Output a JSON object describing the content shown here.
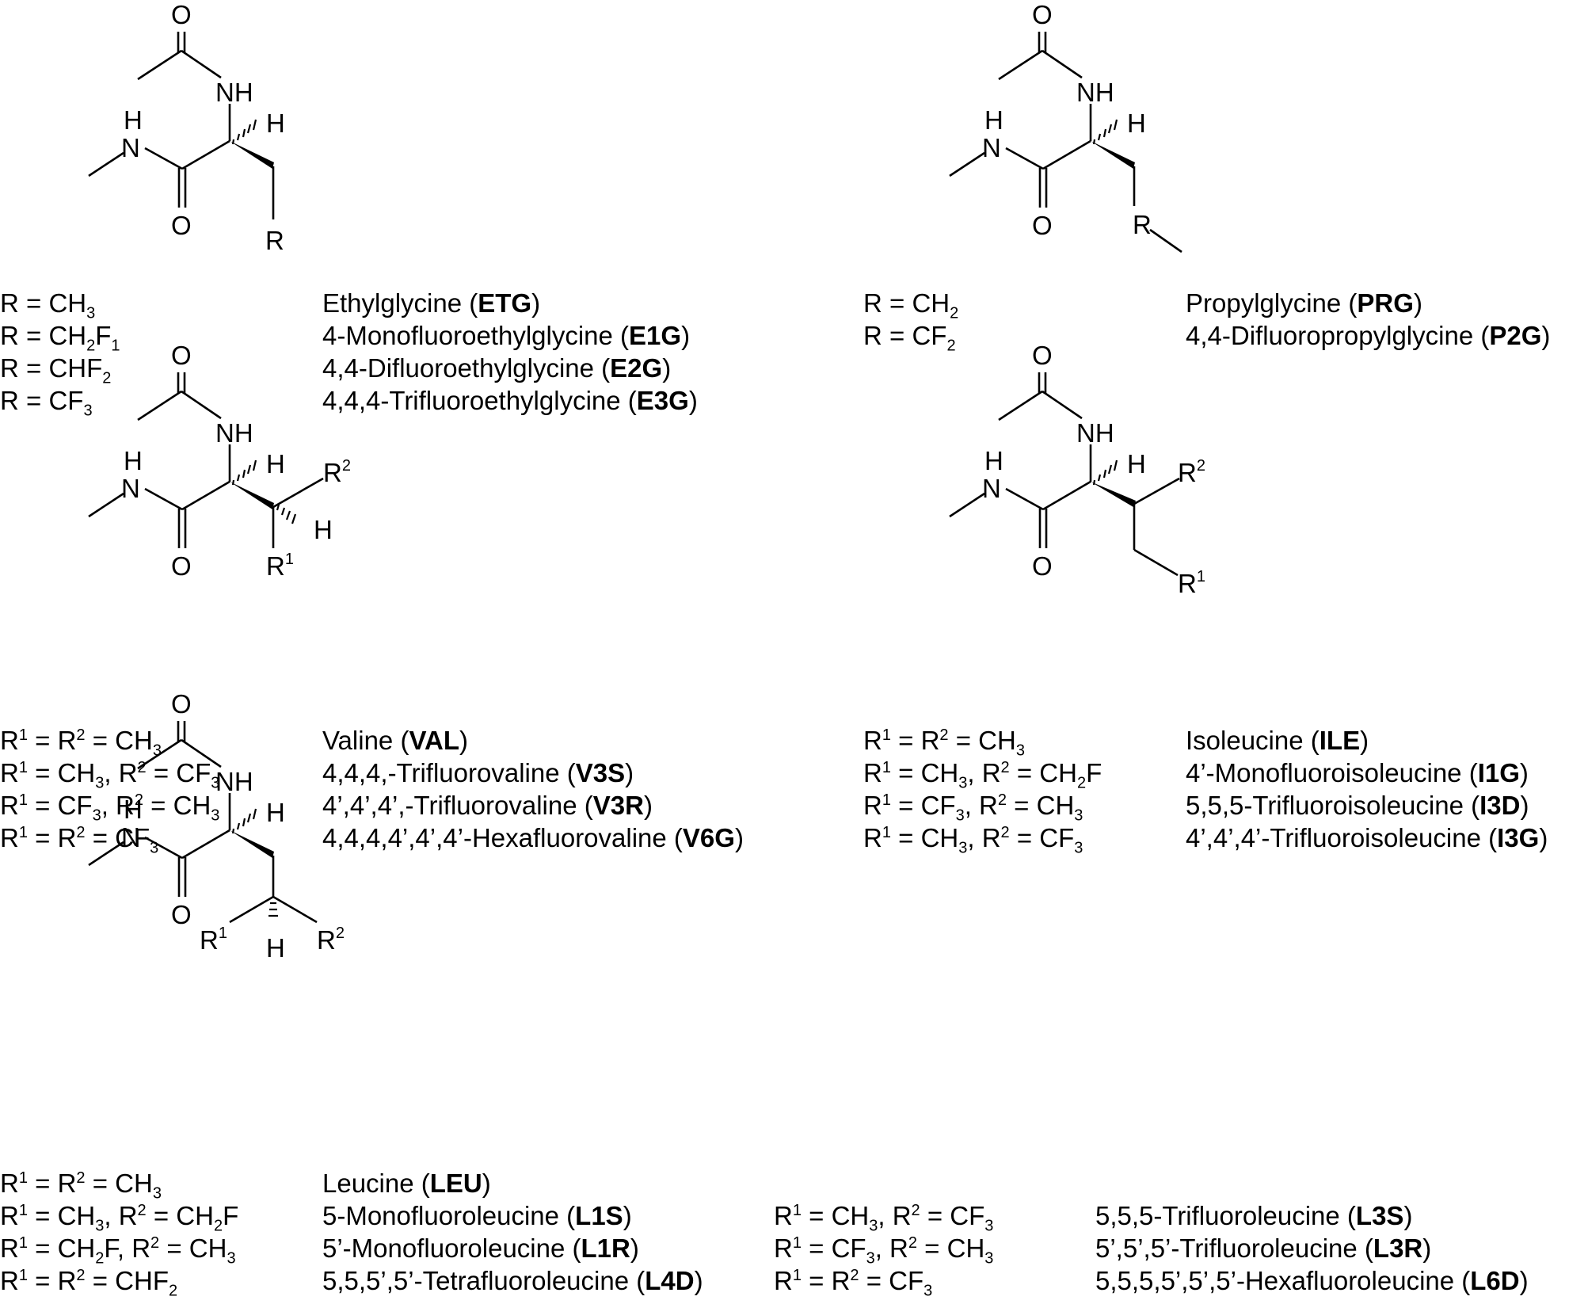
{
  "structures": {
    "common": {
      "carbonyl_O": "O",
      "amide_NH": "NH",
      "amine_N": "N",
      "amine_H": "H",
      "alpha_H": "H",
      "carboxyl_O": "O"
    },
    "etg": {
      "side_label": "R"
    },
    "prg": {
      "side_label": "R"
    },
    "val": {
      "r1": "R",
      "r1_sup": "1",
      "r2": "R",
      "r2_sup": "2",
      "h": "H"
    },
    "ile": {
      "r1": "R",
      "r1_sup": "1",
      "r2": "R",
      "r2_sup": "2"
    },
    "leu": {
      "r1": "R",
      "r1_sup": "1",
      "r2": "R",
      "r2_sup": "2",
      "h": "H"
    }
  },
  "tables": {
    "ethylglycine": [
      {
        "cond": "R = CH<sub>3</sub>",
        "name": "Ethylglycine",
        "code": "ETG"
      },
      {
        "cond": "R = CH<sub>2</sub>F<sub>1</sub>",
        "name": "4-Monofluoroethylglycine",
        "code": "E1G"
      },
      {
        "cond": "R = CHF<sub>2</sub>",
        "name": "4,4-Difluoroethylglycine",
        "code": "E2G"
      },
      {
        "cond": "R = CF<sub>3</sub>",
        "name": "4,4,4-Trifluoroethylglycine",
        "code": "E3G"
      }
    ],
    "propylglycine": [
      {
        "cond": "R = CH<sub>2</sub>",
        "name": "Propylglycine",
        "code": "PRG"
      },
      {
        "cond": "R = CF<sub>2</sub>",
        "name": "4,4-Difluoropropylglycine",
        "code": "P2G"
      }
    ],
    "valine": [
      {
        "cond": "R<sup>1</sup> = R<sup>2</sup> = CH<sub>3</sub>",
        "name": "Valine",
        "code": "VAL"
      },
      {
        "cond": "R<sup>1</sup> = CH<sub>3</sub>, R<sup>2</sup> = CF<sub>3</sub>",
        "name": "4,4,4,-Trifluorovaline",
        "code": "V3S"
      },
      {
        "cond": "R<sup>1</sup> = CF<sub>3</sub>, R<sup>2</sup> = CH<sub>3</sub>",
        "name": "4’,4’,4’,-Trifluorovaline",
        "code": "V3R"
      },
      {
        "cond": "R<sup>1</sup> = R<sup>2</sup> = CF<sub>3</sub>",
        "name": "4,4,4,4’,4’,4’-Hexafluorovaline",
        "code": "V6G"
      }
    ],
    "isoleucine": [
      {
        "cond": "R<sup>1</sup> = R<sup>2</sup> = CH<sub>3</sub>",
        "name": "Isoleucine",
        "code": "ILE"
      },
      {
        "cond": "R<sup>1</sup> = CH<sub>3</sub>, R<sup>2</sup> = CH<sub>2</sub>F",
        "name": "4’-Monofluoroisoleucine",
        "code": "I1G"
      },
      {
        "cond": "R<sup>1</sup> = CF<sub>3</sub>, R<sup>2</sup> = CH<sub>3</sub>",
        "name": "5,5,5-Trifluoroisoleucine",
        "code": "I3D"
      },
      {
        "cond": "R<sup>1</sup> = CH<sub>3</sub>, R<sup>2</sup> = CF<sub>3</sub>",
        "name": "4’,4’,4’-Trifluoroisoleucine",
        "code": "I3G"
      }
    ],
    "leucine_left": [
      {
        "cond": "R<sup>1</sup> = R<sup>2</sup> = CH<sub>3</sub>",
        "name": "Leucine",
        "code": "LEU"
      },
      {
        "cond": "R<sup>1</sup> = CH<sub>3</sub>, R<sup>2</sup> = CH<sub>2</sub>F",
        "name": "5-Monofluoroleucine",
        "code": "L1S"
      },
      {
        "cond": "R<sup>1</sup> = CH<sub>2</sub>F, R<sup>2</sup> = CH<sub>3</sub>",
        "name": "5’-Monofluoroleucine",
        "code": "L1R"
      },
      {
        "cond": "R<sup>1</sup> = R<sup>2</sup> = CHF<sub>2</sub>",
        "name": "5,5,5’,5’-Tetrafluoroleucine",
        "code": "L4D"
      }
    ],
    "leucine_right": [
      {
        "cond": "R<sup>1</sup> = CH<sub>3</sub>, R<sup>2</sup> = CF<sub>3</sub>",
        "name": "5,5,5-Trifluoroleucine",
        "code": "L3S"
      },
      {
        "cond": "R<sup>1</sup> = CF<sub>3</sub>, R<sup>2</sup> = CH<sub>3</sub>",
        "name": "5’,5’,5’-Trifluoroleucine",
        "code": "L3R"
      },
      {
        "cond": "R<sup>1</sup> = R<sup>2</sup> = CF<sub>3</sub>",
        "name": "5,5,5,5’,5’,5’-Hexafluoroleucine",
        "code": "L6D"
      }
    ]
  }
}
